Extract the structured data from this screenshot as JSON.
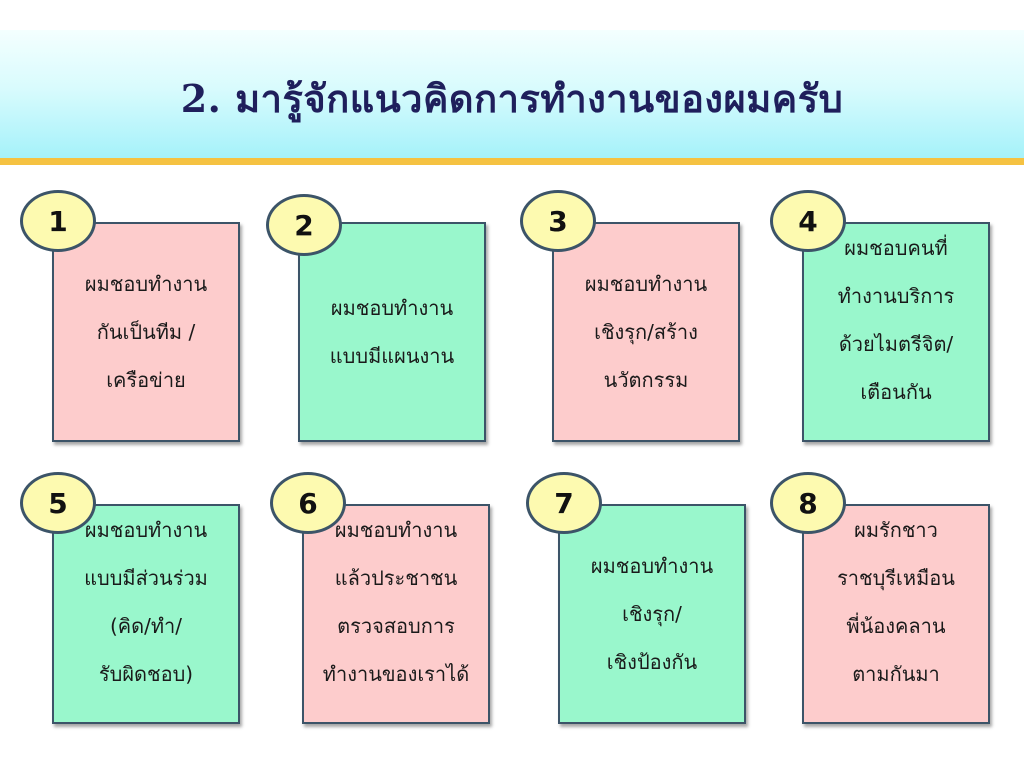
{
  "title": "2. มารู้จักแนวคิดการทำงานของผมครับ",
  "cards": [
    {
      "number": "1",
      "text": "ผมชอบทำงาน\nกันเป็นทีม /\nเครือข่าย",
      "color": "#fdcccc"
    },
    {
      "number": "2",
      "text": "ผมชอบทำงาน\nแบบมีแผนงาน",
      "color": "#99f7cc"
    },
    {
      "number": "3",
      "text": "ผมชอบทำงาน\nเชิงรุก/สร้าง\nนวัตกรรม",
      "color": "#fdcccc"
    },
    {
      "number": "4",
      "text": "ผมชอบคนที่\nทำงานบริการ\nด้วยไมตรีจิต/\nเตือนกัน",
      "color": "#99f7cc"
    },
    {
      "number": "5",
      "text": "ผมชอบทำงาน\nแบบมีส่วนร่วม\n(คิด/ทำ/\nรับผิดชอบ)",
      "color": "#99f7cc"
    },
    {
      "number": "6",
      "text": "ผมชอบทำงาน\nแล้วประชาชน\nตรวจสอบการ\nทำงานของเราได้",
      "color": "#fdcccc"
    },
    {
      "number": "7",
      "text": "ผมชอบทำงาน\nเชิงรุก/\nเชิงป้องกัน",
      "color": "#99f7cc"
    },
    {
      "number": "8",
      "text": "ผมรักชาว\nราชบุรีเหมือน\nพี่น้องคลาน\nตามกันมา",
      "color": "#fdcccc"
    }
  ],
  "colors": {
    "accent_line": "#f5c242",
    "border": "#3c5468",
    "badge_fill": "#fdfab0",
    "title_text": "#1f1f5c"
  }
}
